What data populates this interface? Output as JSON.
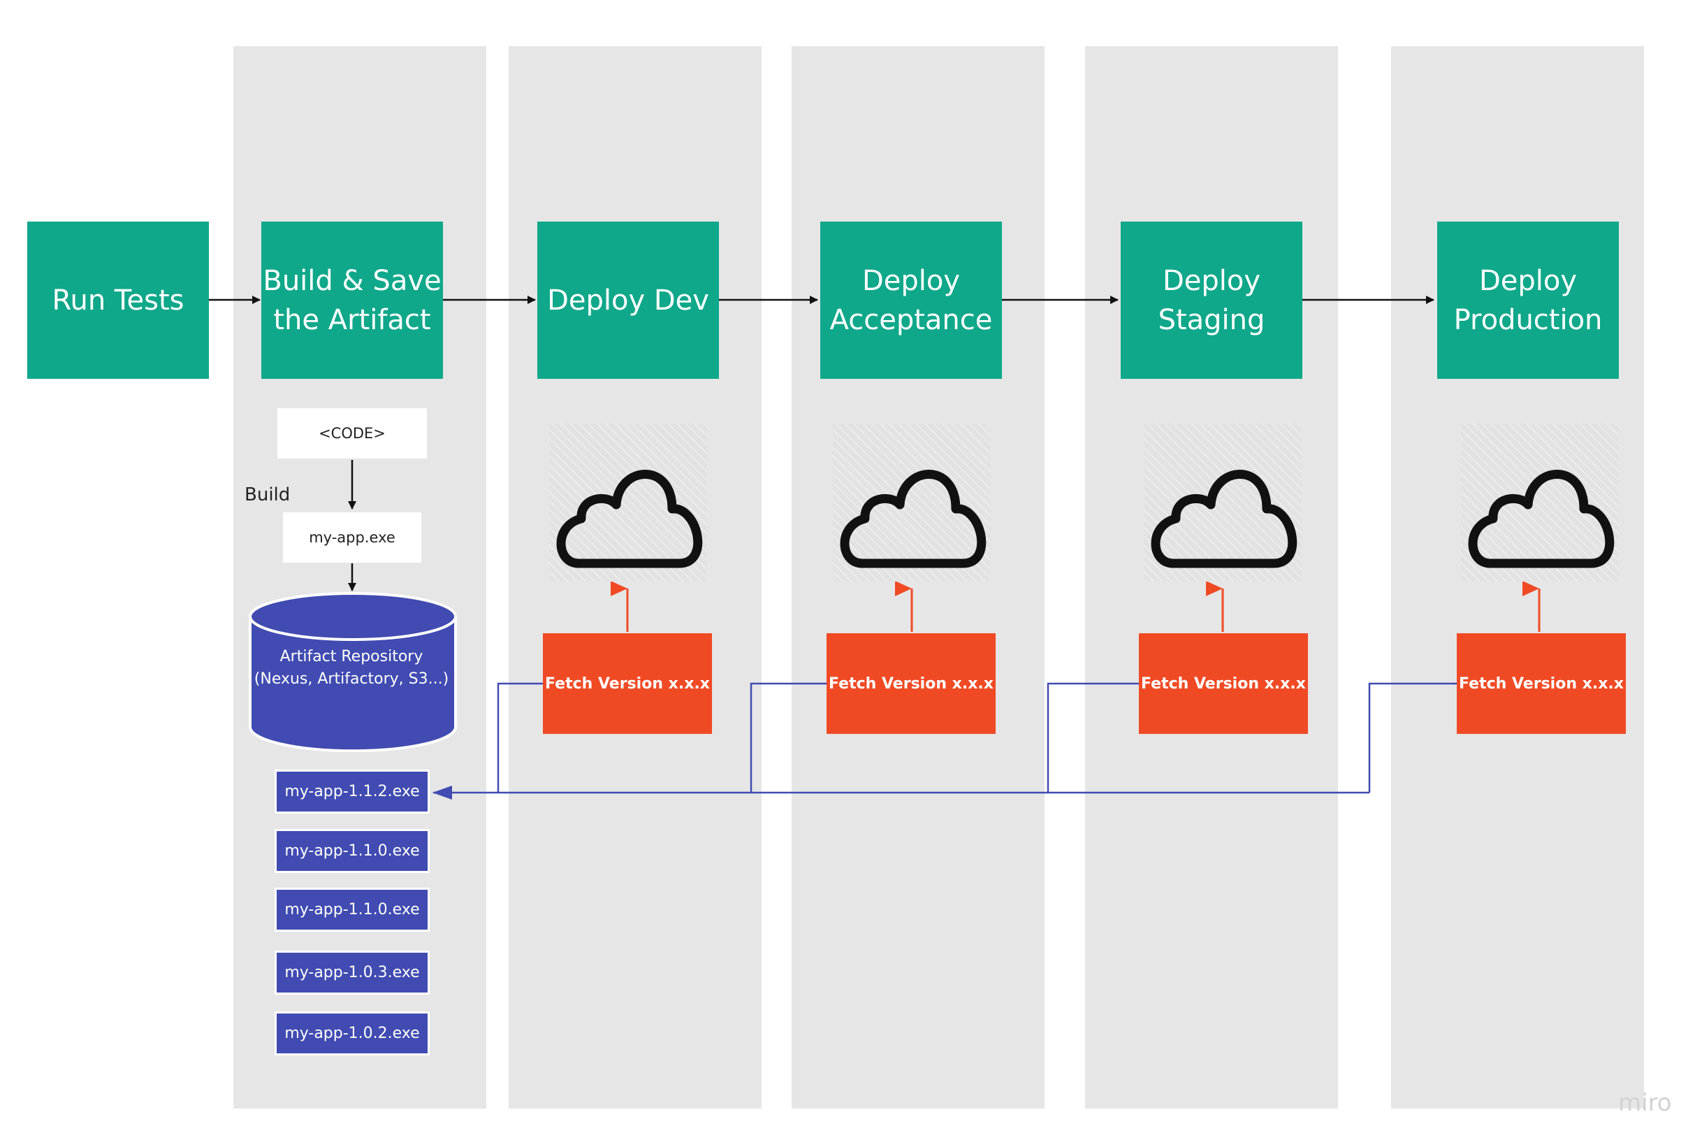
{
  "stages": [
    {
      "label": "Run Tests"
    },
    {
      "label": "Build & Save\nthe Artifact"
    },
    {
      "label": "Deploy Dev"
    },
    {
      "label": "Deploy\nAcceptance"
    },
    {
      "label": "Deploy\nStaging"
    },
    {
      "label": "Deploy\nProduction"
    }
  ],
  "build": {
    "code_label": "<CODE>",
    "build_label": "Build",
    "exe_label": "my-app.exe",
    "repository_label": "Artifact Repository\n(Nexus, Artifactory, S3...)"
  },
  "artifacts": [
    "my-app-1.1.2.exe",
    "my-app-1.1.0.exe",
    "my-app-1.1.0.exe",
    "my-app-1.0.3.exe",
    "my-app-1.0.2.exe"
  ],
  "fetch_label": "Fetch Version x.x.x",
  "environments": [
    {
      "fetch_label": "Fetch Version x.x.x",
      "icon": "cloud-icon"
    },
    {
      "fetch_label": "Fetch Version x.x.x",
      "icon": "cloud-icon"
    },
    {
      "fetch_label": "Fetch Version x.x.x",
      "icon": "cloud-icon"
    },
    {
      "fetch_label": "Fetch Version x.x.x",
      "icon": "cloud-icon"
    }
  ],
  "watermark": "miro",
  "colors": {
    "stage": "#0fa88a",
    "fetch": "#f04a25",
    "artifact": "#414bb1",
    "lane": "#e6e6e6",
    "connector": "#414bb1"
  }
}
